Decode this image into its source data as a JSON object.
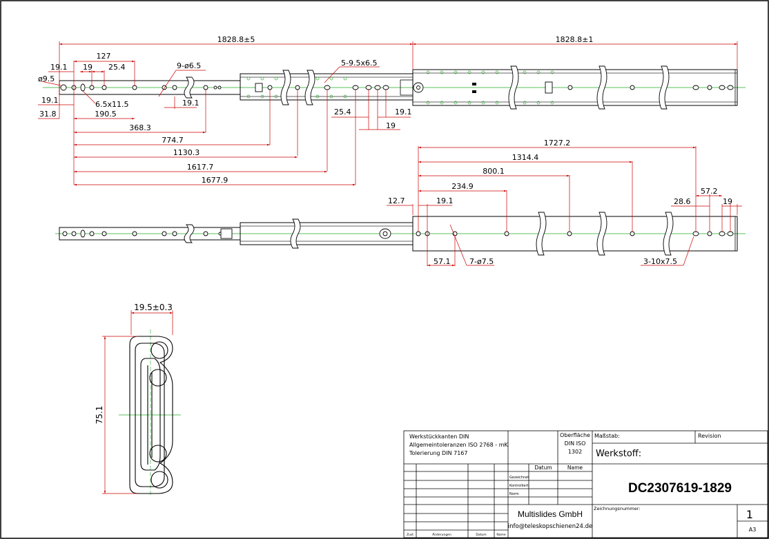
{
  "top_view": {
    "overall_left": "1828.8±5",
    "overall_right": "1828.8±1",
    "d19_1_a": "19.1",
    "d127": "127",
    "d19": "19",
    "d25_4": "25.4",
    "hole_dia_left": "ø9.5",
    "holes_9": "9-ø6.5",
    "holes_5": "5-9.5x6.5",
    "slot": "6.5x11.5",
    "d19_1_b": "19.1",
    "d19_1_c": "19.1",
    "d31_8": "31.8",
    "d190_5": "190.5",
    "d368_3": "368.3",
    "d774_7": "774.7",
    "d1130_3": "1130.3",
    "d1617_7": "1617.7",
    "d1677_9": "1677.9",
    "d25_4_b": "25.4",
    "d19_1_d": "19.1",
    "d19_b": "19"
  },
  "bottom_view": {
    "d1727_2": "1727.2",
    "d1314_4": "1314.4",
    "d800_1": "800.1",
    "d234_9": "234.9",
    "d12_7": "12.7",
    "d19_1": "19.1",
    "d57_2": "57.2",
    "d28_6": "28.6",
    "d19": "19",
    "d57_1": "57.1",
    "holes_7": "7-ø7.5",
    "holes_3": "3-10x7.5"
  },
  "section": {
    "width": "19.5±0.3",
    "height": "75.1"
  },
  "title_block": {
    "general_note_1": "Werkstückkanten DIN",
    "general_note_2": "Allgemeintoleranzen ISO 2768 - mK",
    "general_note_3": "Tolerierung DIN 7167",
    "surface_label": "Oberfläche",
    "surface_value_1": "DIN ISO",
    "surface_value_2": "1302",
    "scale_label": "Maßstab:",
    "revision_label": "Revision",
    "material_label": "Werkstoff:",
    "col_date": "Datum",
    "col_name": "Name",
    "row_drawn": "Gezeichnet",
    "row_checked": "Kontrolliert",
    "row_norm": "Norm",
    "company": "Multislides GmbH",
    "email": "info@teleskopschienen24.de",
    "drawing_number_label": "Zeichnungsnummer:",
    "part_number": "DC2307619-1829",
    "sheet_number": "1",
    "sheet_size": "A3",
    "rev_col_zust": "Zust",
    "rev_col_changes": "Änderungen",
    "rev_col_date": "Datum",
    "rev_col_name": "Name"
  }
}
